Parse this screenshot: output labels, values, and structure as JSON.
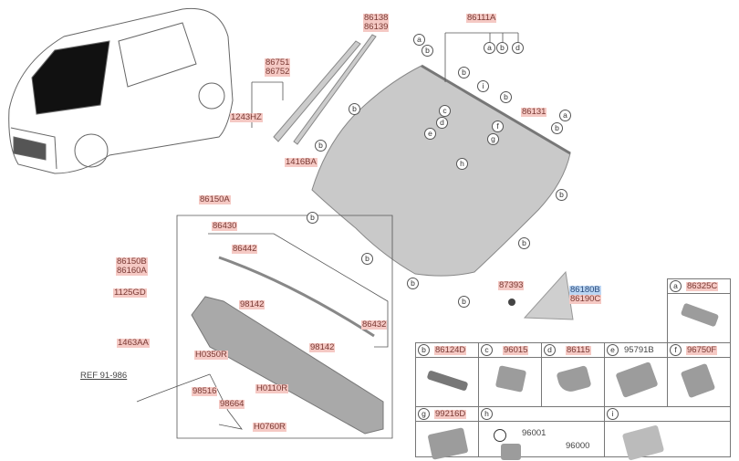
{
  "top": {
    "p86138": "86138",
    "p86139": "86139",
    "p86751": "86751",
    "p86752": "86752",
    "p1243HZ": "1243HZ",
    "p1416BA": "1416BA",
    "p86111A": "86111A",
    "p86131": "86131"
  },
  "cowl": {
    "p86150A": "86150A",
    "p86430": "86430",
    "p86442": "86442",
    "p86150B": "86150B",
    "p86160A": "86160A",
    "p1125GD": "1125GD",
    "p98142": "98142",
    "p86432": "86432",
    "p1463AA": "1463AA",
    "pH0350R": "H0350R",
    "pH0110R": "H0110R",
    "p98516": "98516",
    "p98664": "98664",
    "pH0760R": "H0760R",
    "ref": "REF 91-986"
  },
  "mirror": {
    "p87393": "87393",
    "p86180B": "86180B",
    "p86190C": "86190C"
  },
  "callouts": {
    "a": "a",
    "b": "b",
    "c": "c",
    "d": "d",
    "e": "e",
    "f": "f",
    "g": "g",
    "h": "h",
    "i": "i"
  },
  "table": {
    "a": {
      "key": "a",
      "part": "86325C"
    },
    "b": {
      "key": "b",
      "part": "86124D"
    },
    "c": {
      "key": "c",
      "part": "96015"
    },
    "d": {
      "key": "d",
      "part": "86115"
    },
    "e": {
      "key": "e",
      "part": "95791B"
    },
    "f": {
      "key": "f",
      "part": "96750F"
    },
    "g": {
      "key": "g",
      "part": "99216D"
    },
    "h": {
      "key": "h",
      "part1": "96001",
      "part2": "96000"
    },
    "i": {
      "key": "i"
    }
  },
  "colors": {
    "label_bg": "#f5c9c4",
    "highlight_bg": "#bcd6f3"
  }
}
